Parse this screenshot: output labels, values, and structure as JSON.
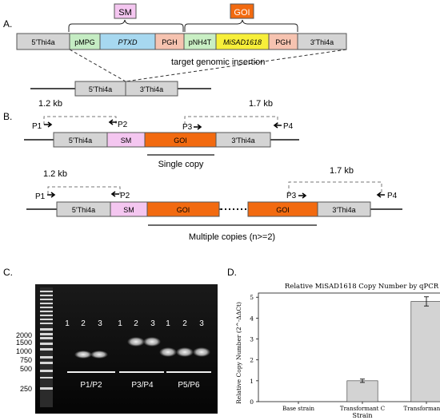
{
  "panel_labels": {
    "a": "A.",
    "b": "B.",
    "c": "C.",
    "d": "D."
  },
  "panel_a": {
    "sm_label": "SM",
    "goi_label": "GOI",
    "segments": [
      "5'Thi4a",
      "pMPG",
      "PTXD",
      "PGH",
      "pNH4T",
      "MiSAD1618",
      "PGH",
      "3'Thi4a"
    ],
    "insertion_label": "target genomic insertion",
    "locus": [
      "5'Thi4a",
      "3'Thi4a"
    ],
    "kb_left": "1.2 kb",
    "kb_right": "1.7 kb"
  },
  "panel_b": {
    "single": {
      "segments": [
        "5'Thi4a",
        "SM",
        "GOI",
        "3'Thi4a"
      ],
      "primers": [
        "P1",
        "P2",
        "P3",
        "P4"
      ],
      "caption": "Single copy"
    },
    "multi": {
      "kb_left": "1.2 kb",
      "kb_right": "1.7 kb",
      "segments": [
        "5'Thi4a",
        "SM",
        "GOI",
        "GOI",
        "3'Thi4a"
      ],
      "primers": [
        "P1",
        "P2",
        "P3",
        "P4"
      ],
      "caption": "Multiple copies (n>=2)"
    }
  },
  "panel_c": {
    "ladder": [
      "2000",
      "1500",
      "1000",
      "750",
      "500",
      "250"
    ],
    "lane_numbers": [
      "1",
      "2",
      "3",
      "1",
      "2",
      "3",
      "1",
      "2",
      "3"
    ],
    "pairs": [
      "P1/P2",
      "P3/P4",
      "P5/P6"
    ]
  },
  "chart_data": {
    "type": "bar",
    "title": "Relative MiSAD1618 Copy Number by qPCR",
    "xlabel": "Strain",
    "ylabel": "Relative Copy Number (2^-ΔΔCt)",
    "categories": [
      "Base strain",
      "Transformant C",
      "Transformant H"
    ],
    "values": [
      0,
      1.0,
      4.8
    ],
    "errors": [
      0,
      0.08,
      0.22
    ],
    "ylim": [
      0,
      5.2
    ],
    "yticks": [
      "0",
      "1",
      "2",
      "3",
      "4",
      "5"
    ],
    "grid": false
  },
  "colors": {
    "gray": "#d4d4d4",
    "pmpg": "#c5ecc3",
    "ptxd": "#a7d8f0",
    "pgh": "#f6c3b0",
    "pnh4t": "#c9efc4",
    "misad": "#f7ef3a",
    "sm": "#f4c6f0",
    "goi": "#f26a10",
    "bar": "#d3d3d3"
  }
}
